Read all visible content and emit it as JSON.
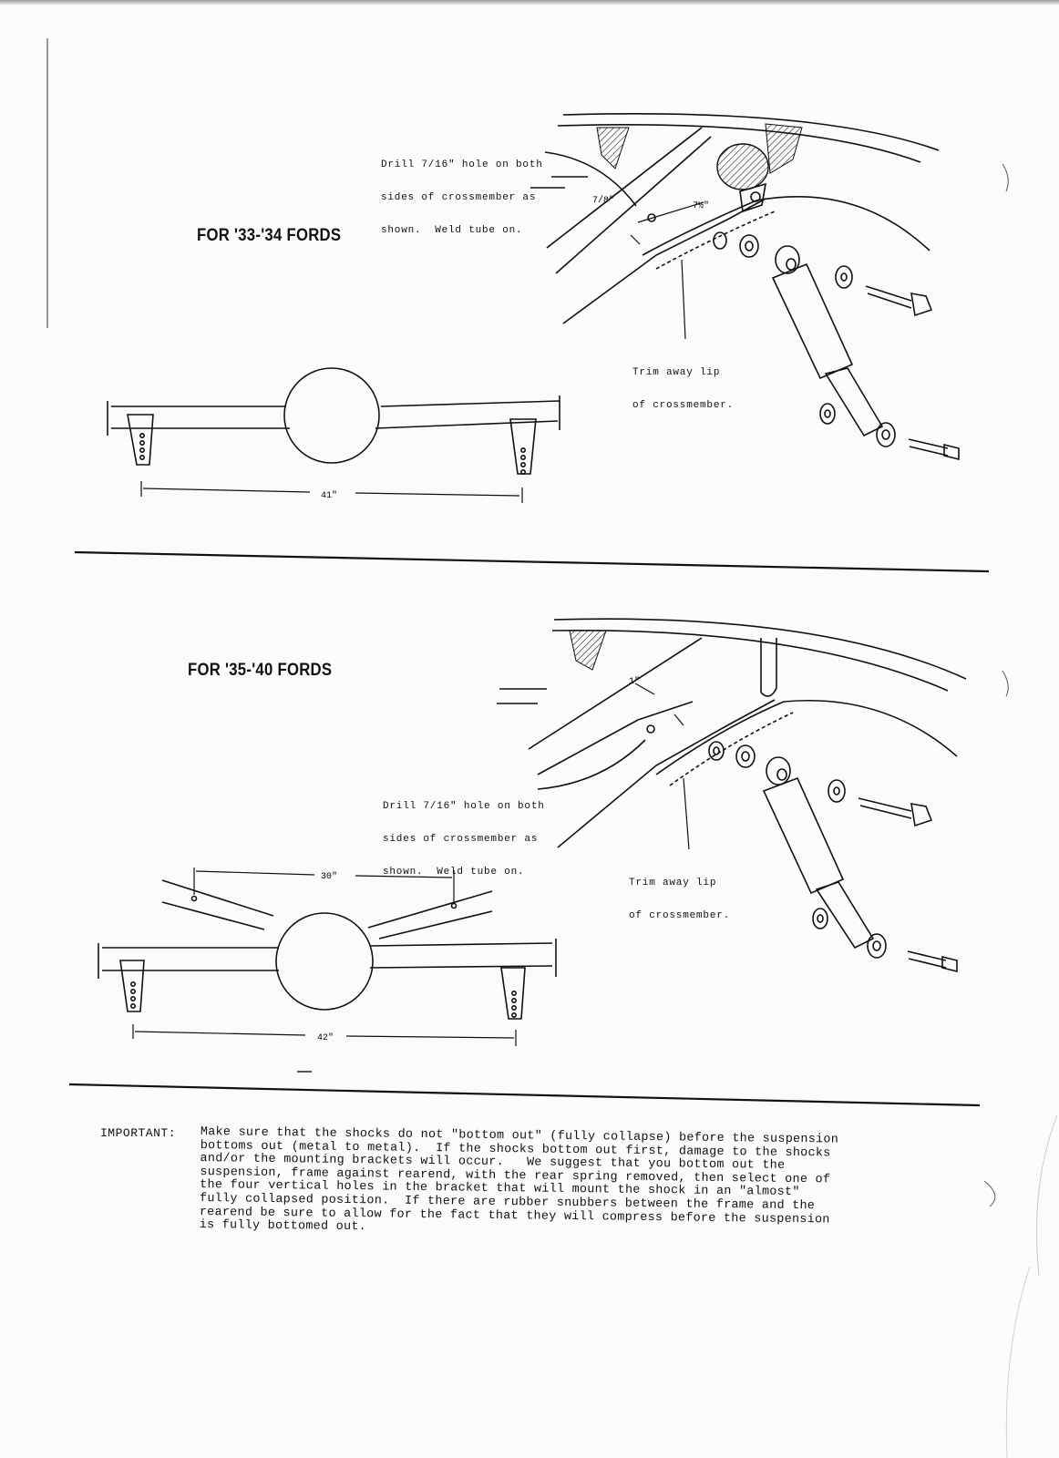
{
  "section_1": {
    "heading": "FOR '33-'34 FORDS",
    "drill_note": [
      "Drill 7/16\" hole on both",
      "sides of crossmember as",
      "shown.  Weld tube on."
    ],
    "trim_note": [
      "Trim away lip",
      "of crossmember."
    ],
    "dim_a": "7/8\"",
    "dim_b": "7½\"",
    "dim_width": "41\""
  },
  "section_2": {
    "heading": "FOR '35-'40 FORDS",
    "drill_note": [
      "Drill 7/16\" hole on both",
      "sides of crossmember as",
      "shown.  Weld tube on."
    ],
    "trim_note": [
      "Trim away lip",
      "of crossmember."
    ],
    "dim_a": "1\"",
    "dim_mount": "30\"",
    "dim_width": "42\""
  },
  "important": {
    "label": "IMPORTANT:",
    "lines": [
      "Make sure that the shocks do not \"bottom out\" (fully collapse) before the suspension",
      "bottoms out (metal to metal).  If the shocks bottom out first, damage to the shocks",
      "and/or the mounting brackets will occur.   We suggest that you bottom out the",
      "suspension, frame against rearend, with the rear spring removed, then select one of",
      "the four vertical holes in the bracket that will mount the shock in an \"almost\"",
      "fully collapsed position.  If there are rubber snubbers between the frame and the",
      "rearend be sure to allow for the fact that they will compress before the suspension",
      "is fully bottomed out."
    ]
  }
}
